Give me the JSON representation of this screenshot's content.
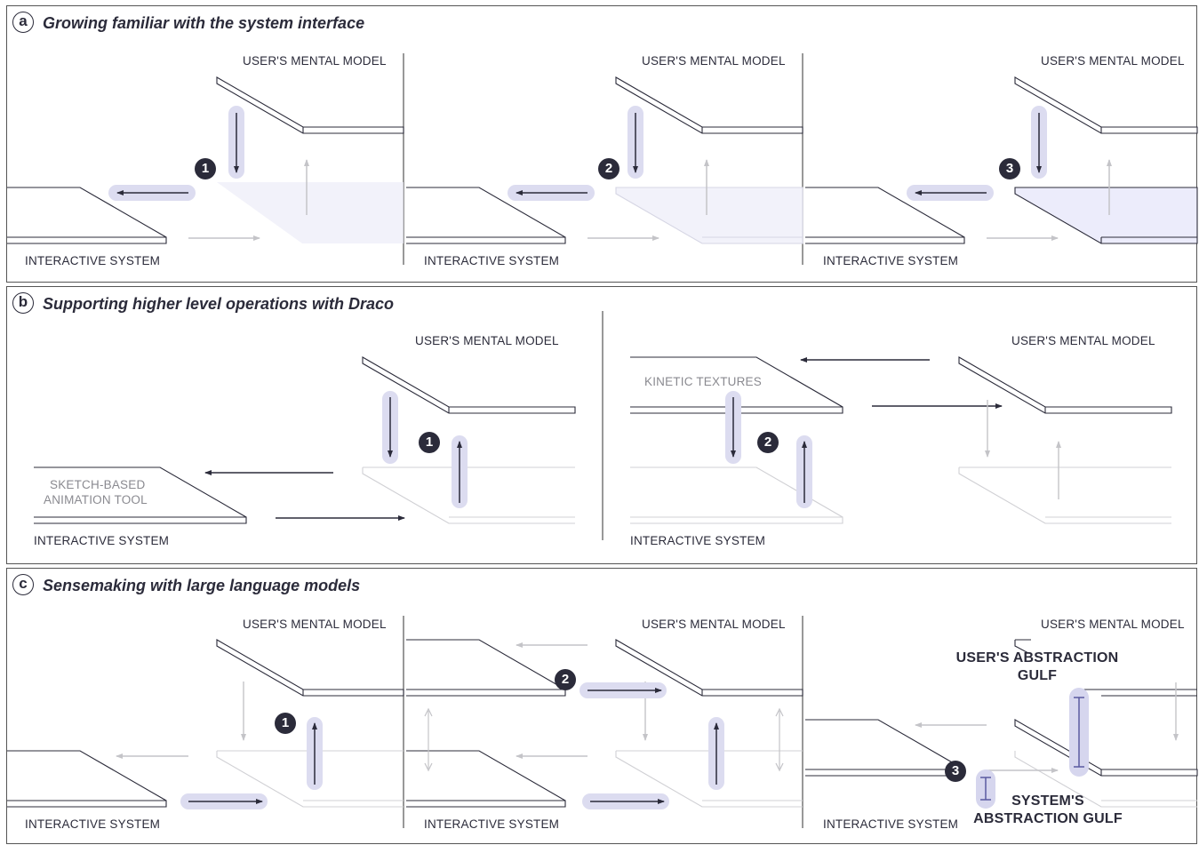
{
  "panels": [
    {
      "badge": "a",
      "title": "Growing familiar with the system interface"
    },
    {
      "badge": "b",
      "title": "Supporting higher level operations with Draco"
    },
    {
      "badge": "c",
      "title": "Sensemaking with large language models"
    }
  ],
  "labels": {
    "mental_model": "USER'S MENTAL MODEL",
    "interactive_system": "INTERACTIVE SYSTEM",
    "sketch_tool_1": "SKETCH-BASED",
    "sketch_tool_2": "ANIMATION TOOL",
    "kinetic": "KINETIC TEXTURES",
    "user_gulf": "USER'S ABSTRACTION GULF",
    "system_gulf": "SYSTEM'S ABSTRACTION GULF"
  },
  "steps": [
    "1",
    "2",
    "3"
  ],
  "colors": {
    "ink": "#2b2b3a",
    "highlight": "#dcdcf0",
    "faint": "#c8c8cc",
    "fill": "#ececfb"
  }
}
